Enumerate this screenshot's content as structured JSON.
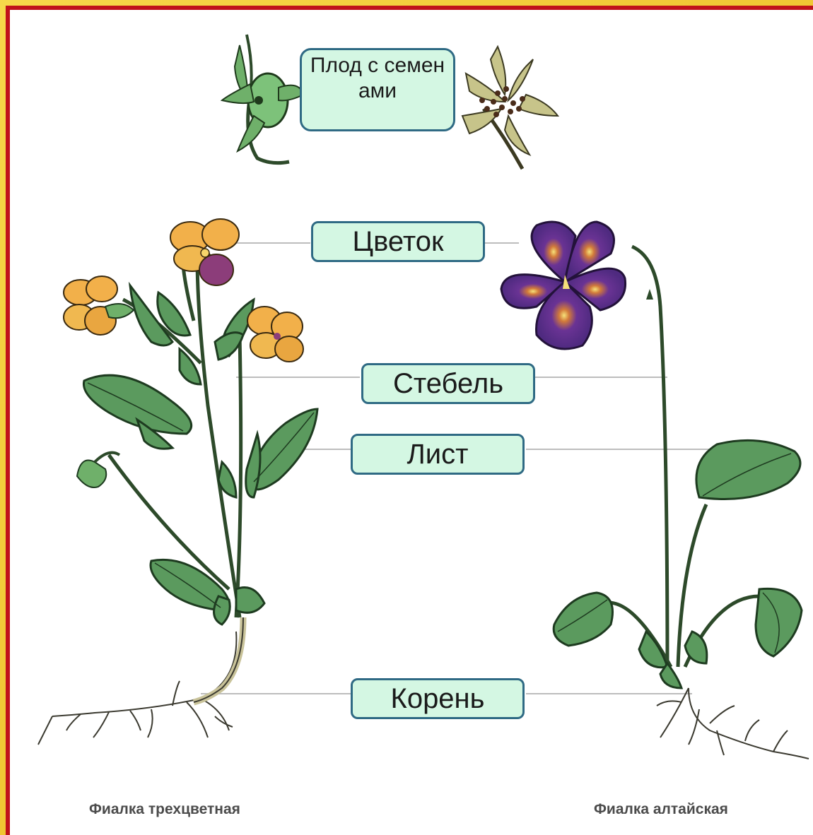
{
  "labels": {
    "fruit": "Плод с семенами",
    "flower": "Цветок",
    "stem": "Стебель",
    "leaf": "Лист",
    "root": "Корень"
  },
  "captions": {
    "left_plant": "Фиалка трехцветная",
    "right_plant": "Фиалка алтайская"
  },
  "colors": {
    "frame_border": "#c0121a",
    "frame_background": "#f3d23a",
    "label_fill": "#d4f7e3",
    "label_border": "#2f6a84",
    "leaf_green": "#4e8a55",
    "violet_petal": "#5a2d87",
    "pansy_yellow": "#f0b24a"
  }
}
